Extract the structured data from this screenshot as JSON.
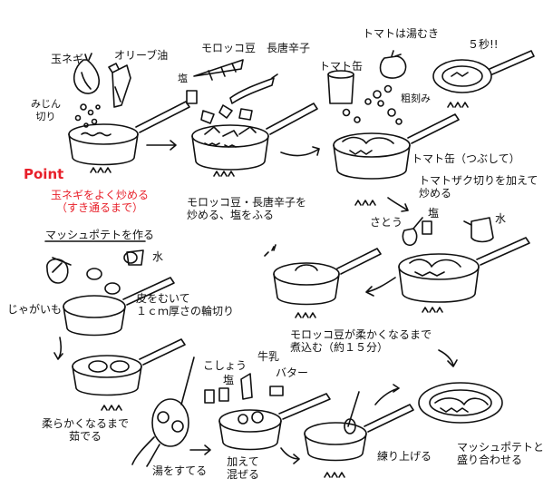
{
  "labels": {
    "onion": "玉ネギ",
    "olive_oil": "オリーブ油",
    "minced": "みじん\n切り",
    "point": "Point",
    "point_note": "玉ネギをよく炒める\n（すき通るまで）",
    "okra_chili": "モロッコ豆　長唐辛子",
    "salt1": "塩",
    "saute_note": "モロッコ豆・長唐辛子を\n炒める、塩をふる",
    "tomato_blanch": "トマトは湯むき",
    "five_sec": "５秒!!",
    "tomato_can": "トマト缶",
    "rough_chop": "粗刻み",
    "tomato_can_crushed": "トマト缶（つぶして）",
    "tomato_chunk_note": "トマトザク切りを加えて\n炒める",
    "sugar": "さとう",
    "salt2": "塩",
    "water1": "水",
    "mash_title": "マッシュポテトを作る",
    "water2": "水",
    "potato": "じゃがいも",
    "peel_slice": "皮をむいて\n１ｃｍ厚さの輪切り",
    "simmer_note": "モロッコ豆が柔かくなるまで\n煮込む（約１５分）",
    "boil_soft": "柔らかくなるまで\n茹でる",
    "drain": "湯をすてる",
    "pepper": "こしょう",
    "salt3": "塩",
    "milk": "牛乳",
    "butter": "バター",
    "add_mix": "加えて\n混ぜる",
    "knead": "練り上げる",
    "serve": "マッシュポテトと\n盛り合わせる"
  },
  "colors": {
    "ink": "#111111",
    "accent": "#e8202a"
  }
}
